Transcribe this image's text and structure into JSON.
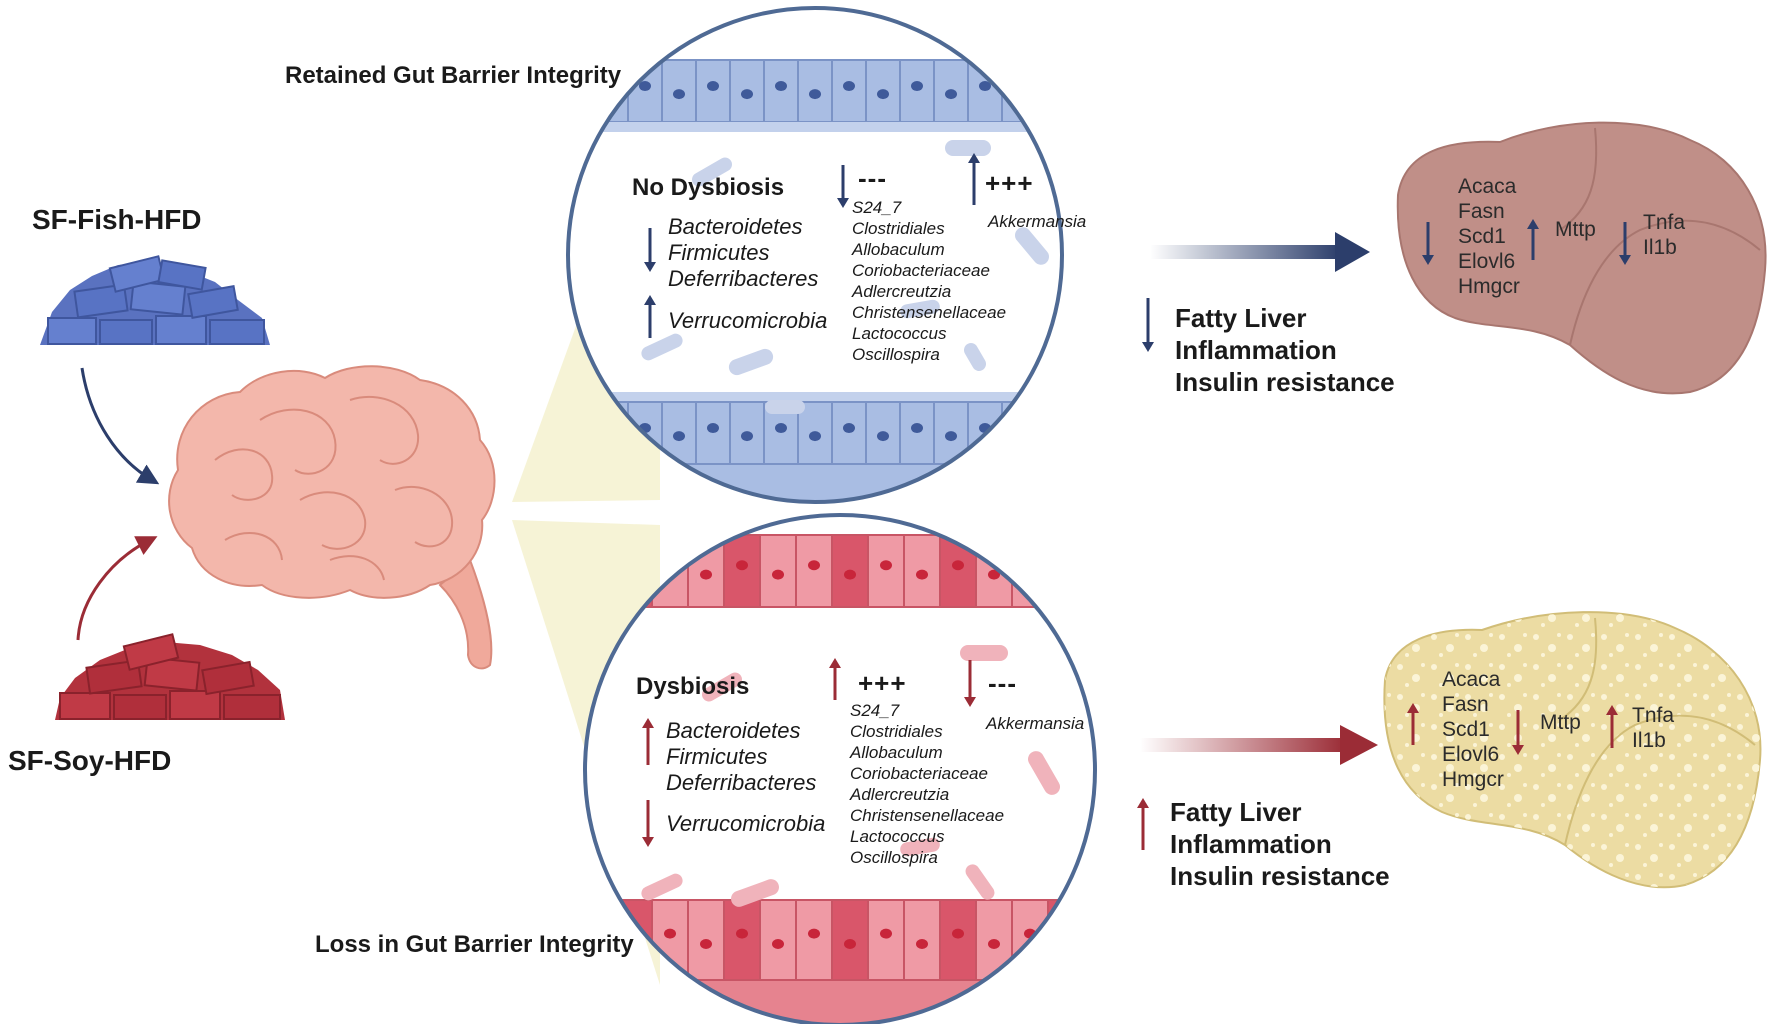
{
  "diets": {
    "fish": "SF-Fish-HFD",
    "soy": "SF-Soy-HFD"
  },
  "top": {
    "title": "Retained Gut Barrier Integrity",
    "dysbiosis": "No Dysbiosis",
    "phyla": [
      "Bacteroidetes",
      "Firmicutes",
      "Deferribacteres",
      "Verrucomicrobia"
    ],
    "taxa_sign": "---",
    "taxa": [
      "S24_7",
      "Clostridiales",
      "Allobaculum",
      "Coriobacteriaceae",
      "Adlercreutzia",
      "Christensenellaceae",
      "Lactococcus",
      "Oscillospira"
    ],
    "akk_sign": "+++",
    "akk": "Akkermansia",
    "outcomes": [
      "Fatty Liver",
      "Inflammation",
      "Insulin resistance"
    ],
    "genes_group1": [
      "Acaca",
      "Fasn",
      "Scd1",
      "Elovl6",
      "Hmgcr"
    ],
    "gene_mttp": "Mttp",
    "genes_group3": [
      "Tnfa",
      "Il1b"
    ]
  },
  "bottom": {
    "title": "Loss in Gut Barrier Integrity",
    "dysbiosis": "Dysbiosis",
    "phyla": [
      "Bacteroidetes",
      "Firmicutes",
      "Deferribacteres",
      "Verrucomicrobia"
    ],
    "taxa_sign": "+++",
    "taxa": [
      "S24_7",
      "Clostridiales",
      "Allobaculum",
      "Coriobacteriaceae",
      "Adlercreutzia",
      "Christensenellaceae",
      "Lactococcus",
      "Oscillospira"
    ],
    "akk_sign": "---",
    "akk": "Akkermansia",
    "outcomes": [
      "Fatty Liver",
      "Inflammation",
      "Insulin resistance"
    ],
    "genes_group1": [
      "Acaca",
      "Fasn",
      "Scd1",
      "Elovl6",
      "Hmgcr"
    ],
    "gene_mttp": "Mttp",
    "genes_group3": [
      "Tnfa",
      "Il1b"
    ]
  },
  "colors": {
    "blue_arrow": "#2c3e6b",
    "red_arrow": "#9b2c36",
    "fish_block": "#5a72c0",
    "soy_block": "#b2323d",
    "cell_blue": "#a9bde3",
    "cell_red": "#e6838f",
    "liver_healthy": "#c08f88",
    "liver_fatty": "#ecdca3",
    "intestine": "#f3b7ab"
  }
}
